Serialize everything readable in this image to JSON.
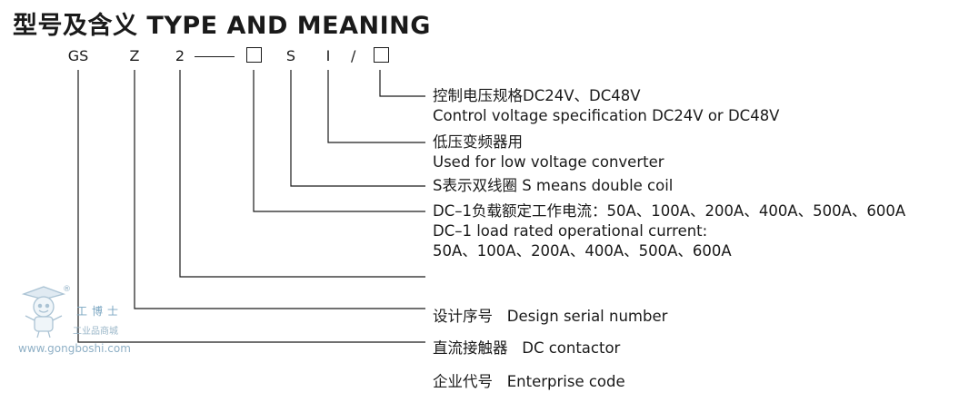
{
  "title": "型号及含义 TYPE AND MEANING",
  "code": {
    "gs": "GS",
    "z": "Z",
    "two": "2",
    "s": "S",
    "i": "I",
    "slash": "/"
  },
  "items": [
    {
      "cn": "控制电压规格DC24V、DC48V",
      "en": "Control voltage specification DC24V or DC48V"
    },
    {
      "cn": "低压变频器用",
      "en": "Used for low voltage converter"
    },
    {
      "line": "S表示双线圈 S means double coil"
    },
    {
      "cn": "DC–1负载额定工作电流：50A、100A、200A、400A、500A、600A",
      "en1": "DC–1 load rated operational current:",
      "en2": "50A、100A、200A、400A、500A、600A"
    },
    {
      "line": "设计序号   Design serial number"
    },
    {
      "line": "直流接触器   DC contactor"
    },
    {
      "line": "企业代号   Enterprise code"
    }
  ],
  "watermark": {
    "name": "工博士",
    "sub": "工业品商城",
    "url": "www.gongboshi.com",
    "reg": "®"
  },
  "colors": {
    "text": "#1a1a1a",
    "watermark": "#7aa6c2"
  }
}
